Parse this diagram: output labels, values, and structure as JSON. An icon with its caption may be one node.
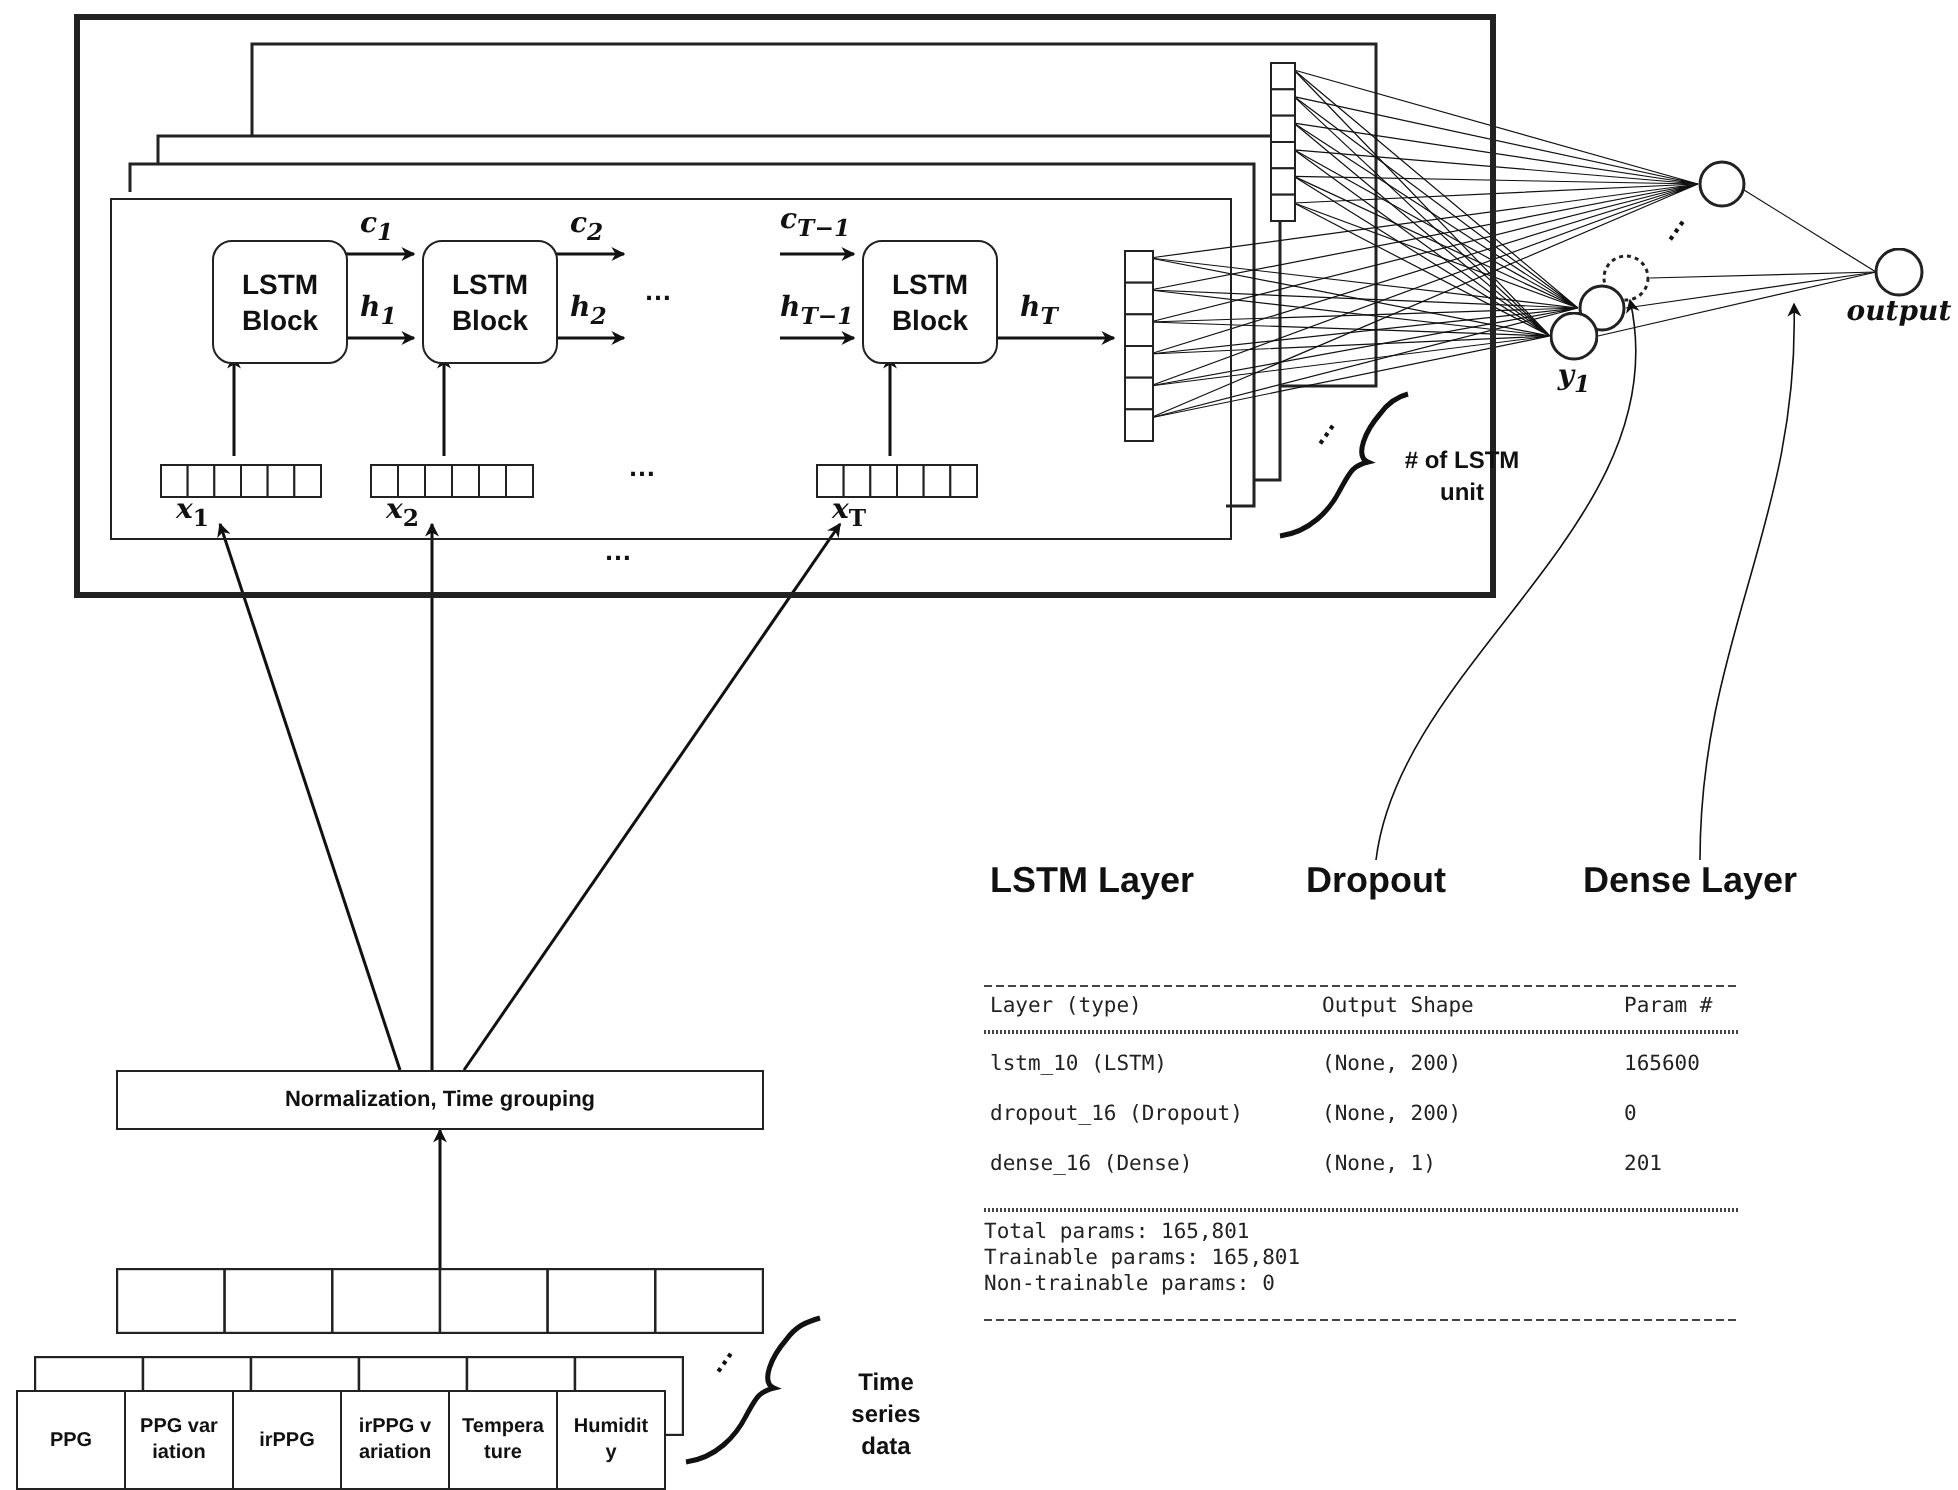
{
  "diagram": {
    "nodes": [
      {
        "text": [],
        "shape": "box"
      },
      {
        "text": [],
        "shape": "box",
        "in": 0
      },
      {
        "text": [
          "LSTM Block"
        ],
        "in": 1
      },
      {
        "text": [
          "LSTM Block"
        ],
        "in": 1
      },
      {
        "text": [
          "LSTM Block"
        ],
        "in": 1
      },
      {
        "text": [
          "*x*$_{1}$"
        ],
        "in": 1
      },
      {
        "text": [
          "*x*$_{2}$"
        ],
        "in": 1
      },
      {
        "text": [
          "*x*$_{T}$"
        ],
        "in": 1
      },
      {
        "text": [],
        "shape": "bar",
        "in": 1
      },
      {
        "text": [],
        "shape": "circle"
      },
      {
        "text": [],
        "shape": "circle"
      },
      {
        "text": [],
        "shape": "circle"
      },
      {
        "text": [
          "*y*$_{1}$"
        ]
      },
      {
        "text": [
          "output"
        ]
      },
      {
        "text": [
          "Normalization, Time grouping"
        ]
      },
      {
        "text": [],
        "shape": "bar"
      },
      {
        "text": [],
        "shape": "bar"
      },
      {
        "text": [
          "PPG"
        ]
      },
      {
        "text": [
          "PPG variation"
        ]
      },
      {
        "text": [
          "irPPG"
        ]
      },
      {
        "text": [
          "irPPG variation"
        ]
      },
      {
        "text": [
          "Temperature"
        ]
      },
      {
        "text": [
          "Humidity"
        ]
      },
      {
        "text": [
          "Dropout"
        ]
      },
      {
        "text": [
          "Dense Layer"
        ]
      },
      {
        "text": [],
        "shape": "bar",
        "in": 0
      }
    ],
    "edges": [
      {
        "from": 2,
        "to": 3,
        "arrow": "to",
        "label": "*c*$_{1}$"
      },
      {
        "from": 2,
        "to": 3,
        "arrow": "to",
        "label": "*h*$_{1}$"
      },
      {
        "from": 3,
        "to": null,
        "arrow": "to",
        "label": "*c*$_{2}$"
      },
      {
        "from": 3,
        "to": null,
        "arrow": "to",
        "label": "*h*$_{2}$"
      },
      {
        "from": null,
        "to": 4,
        "arrow": "to",
        "label": "*c*$_{T−1}$"
      },
      {
        "from": null,
        "to": 4,
        "arrow": "to",
        "label": "*h*$_{T−1}$"
      },
      {
        "from": 4,
        "to": 8,
        "arrow": "to",
        "label": "*h*$_{T}$"
      },
      {
        "from": 5,
        "to": 2,
        "arrow": "to"
      },
      {
        "from": 6,
        "to": 3,
        "arrow": "to"
      },
      {
        "from": 7,
        "to": 4,
        "arrow": "to"
      },
      {
        "from": 14,
        "to": 5,
        "arrow": "to"
      },
      {
        "from": 14,
        "to": 6,
        "arrow": "to"
      },
      {
        "from": 14,
        "to": 7,
        "arrow": "to"
      },
      {
        "from": 15,
        "to": 14,
        "arrow": "to"
      },
      {
        "from": 8,
        "to": 9,
        "arrow": "none"
      },
      {
        "from": 8,
        "to": 11,
        "arrow": "none"
      },
      {
        "from": 8,
        "to": 12,
        "arrow": "none"
      },
      {
        "from": 9,
        "to": 13,
        "arrow": "none"
      },
      {
        "from": 10,
        "to": 13,
        "arrow": "none"
      },
      {
        "from": 11,
        "to": 13,
        "arrow": "none"
      },
      {
        "from": 12,
        "to": 13,
        "arrow": "none"
      },
      {
        "from": 23,
        "to": 10,
        "arrow": "to"
      },
      {
        "from": 24,
        "to": null,
        "arrow": "to"
      },
      {
        "from": 25,
        "to": 9,
        "arrow": "none"
      },
      {
        "from": 25,
        "to": 11,
        "arrow": "none"
      },
      {
        "from": 25,
        "to": 12,
        "arrow": "none"
      }
    ],
    "labels": [
      "…",
      "…",
      "…",
      "…",
      "…",
      "# of LSTM unit",
      "…",
      "Time series data",
      "LSTM Layer",
      "Layer (type)",
      "Output Shape",
      "Param #",
      "lstm_10 (LSTM)",
      "(None, 200)",
      "165600",
      "dropout_16 (Dropout)",
      "(None, 200)",
      "0",
      "dense_16 (Dense)",
      "(None, 1)",
      "201",
      "Total params: 165,801",
      "Trainable params: 165,801",
      "Non-trainable params: 0"
    ]
  }
}
